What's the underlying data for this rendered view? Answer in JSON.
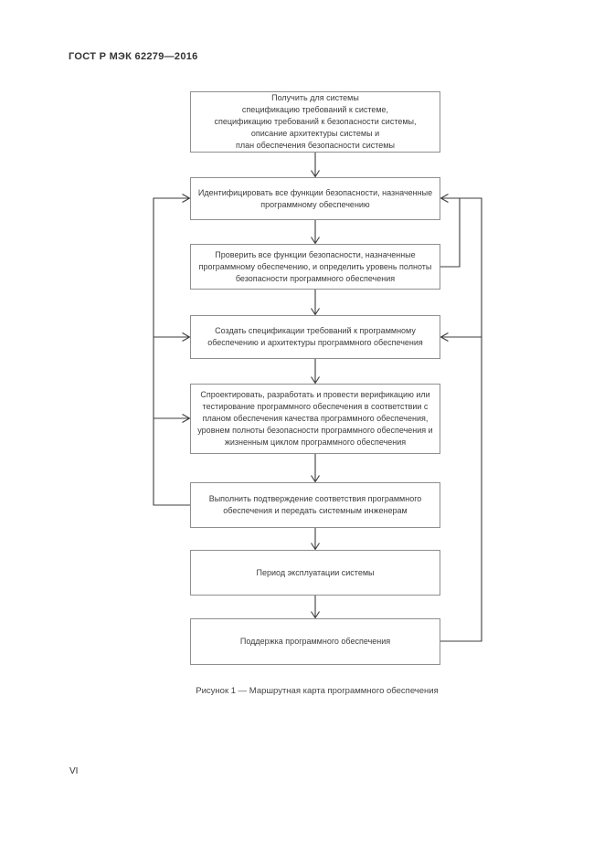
{
  "page": {
    "header": "ГОСТ Р МЭК 62279—2016",
    "caption": "Рисунок 1 — Маршрутная карта программного обеспечения",
    "page_number": "VI"
  },
  "flowchart": {
    "boxes": [
      {
        "id": "obtain-system-specs",
        "text": "Получить для системы\nспецификацию требований к  системе,\nспецификацию требований к безопасности системы,\nописание архитектуры системы и\nплан обеспечения безопасности системы"
      },
      {
        "id": "identify-safety-functions",
        "text": "Идентифицировать все функции безопасности, назначенные\nпрограммному обеспечению"
      },
      {
        "id": "verify-safety-functions",
        "text": "Проверить все функции безопасности, назначенные\nпрограммному обеспечению, и определить уровень полноты\nбезопасности программного обеспечения"
      },
      {
        "id": "create-software-specs",
        "text": "Создать спецификации требований к программному\nобеспечению и архитектуры программного обеспечения"
      },
      {
        "id": "design-develop-verify",
        "text": "Спроектировать, разработать и провести верификацию или\nтестирование программного обеспечения в соответствии с\nпланом обеспечения качества программного обеспечения,\nуровнем полноты безопасности программного обеспечения и\nжизненным циклом программного обеспечения"
      },
      {
        "id": "confirm-conformance",
        "text": "Выполнить подтверждение соответствия программного\nобеспечения и передать системным инженерам"
      },
      {
        "id": "system-operation-period",
        "text": "Период эксплуатации системы"
      },
      {
        "id": "software-maintenance",
        "text": "Поддержка программного обеспечения"
      }
    ]
  },
  "colors": {
    "background": "#ffffff",
    "box_border": "#8f8f8f",
    "connector": "#3d3d3d",
    "text": "#3c3c3c"
  }
}
